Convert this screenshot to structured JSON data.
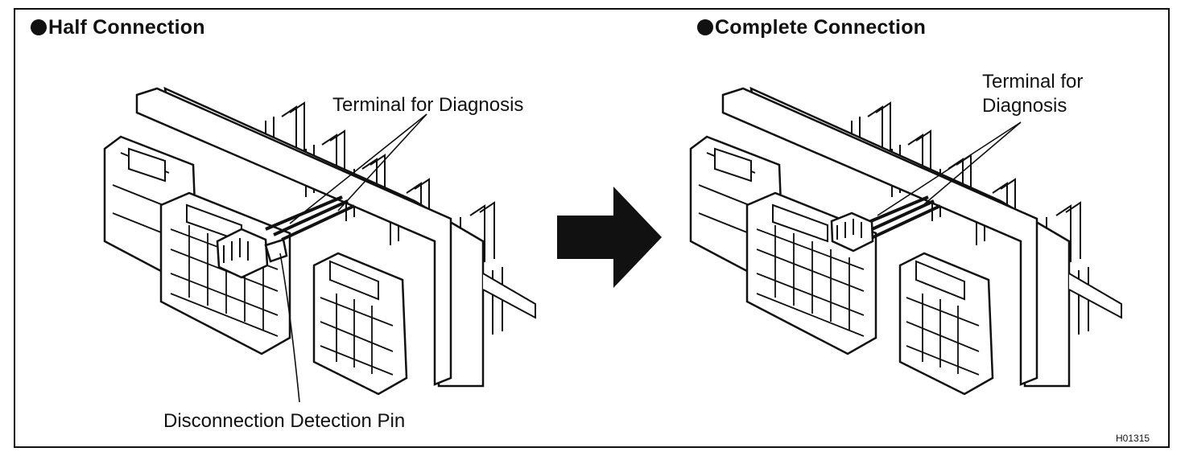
{
  "left_panel": {
    "title": "Half Connection",
    "terminal_label": "Terminal for Diagnosis",
    "pin_label": "Disconnection Detection Pin"
  },
  "right_panel": {
    "title": "Complete Connection",
    "terminal_label_line1": "Terminal  for",
    "terminal_label_line2": "Diagnosis"
  },
  "figure_code": "H01315"
}
